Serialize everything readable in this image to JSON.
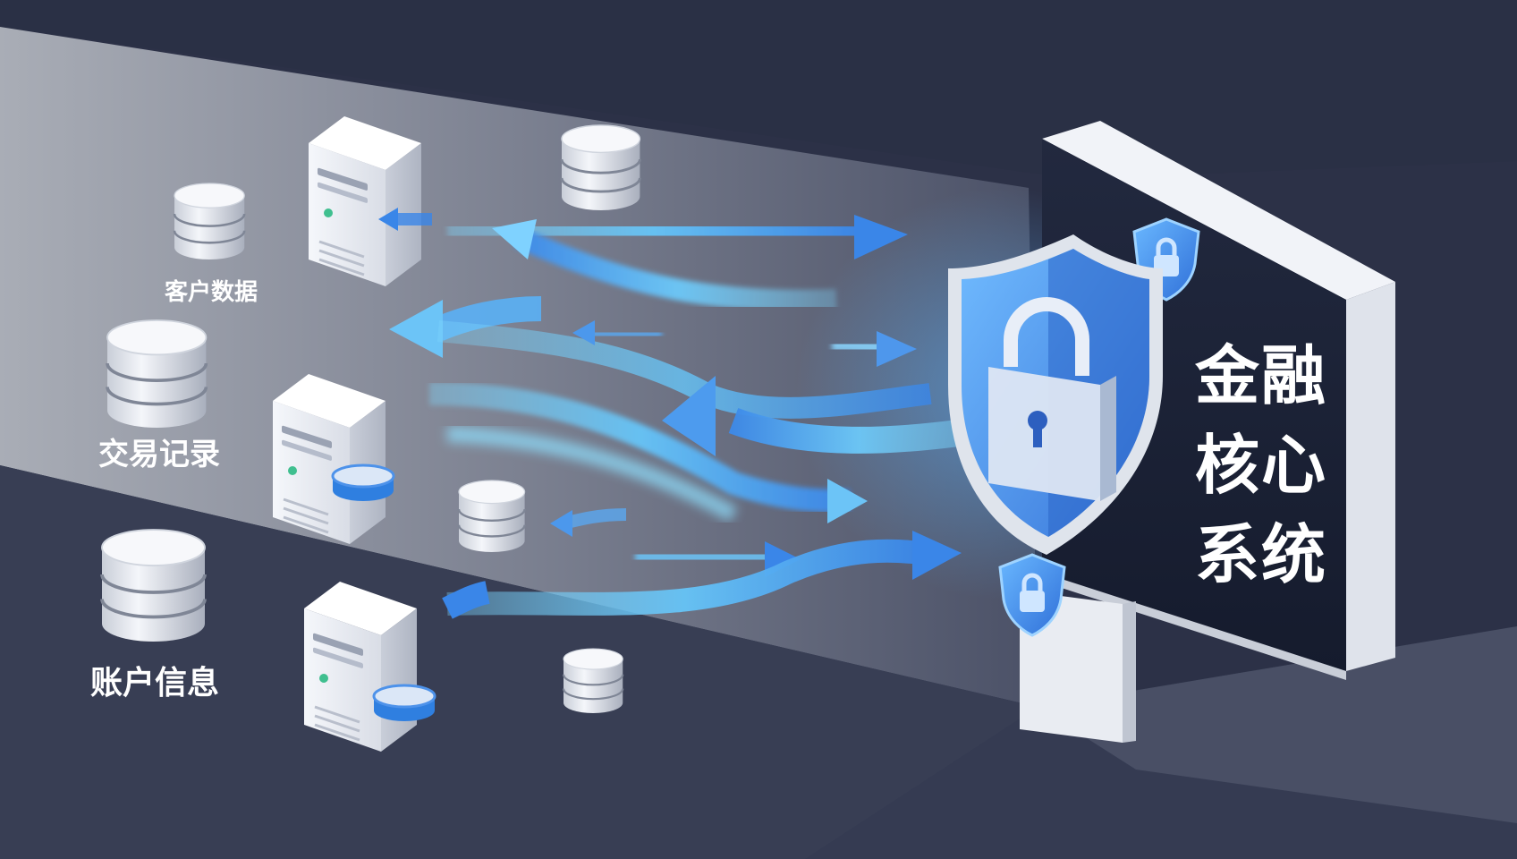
{
  "labels": {
    "customer_data": "客户数据",
    "transaction_records": "交易记录",
    "account_info": "账户信息"
  },
  "panel": {
    "line1": "金融",
    "line2": "核心",
    "line3": "系统"
  },
  "colors": {
    "background_dark": "#2c3147",
    "flow_blue": "#5ab8f5",
    "flow_cyan": "#8fe0ff",
    "shield_blue": "#3f8de8",
    "server_white": "#eef1f6",
    "panel_dark": "#1b2236"
  },
  "icons": [
    "server-icon",
    "database-icon",
    "shield-lock-icon",
    "padlock-icon",
    "arrow-icon"
  ]
}
